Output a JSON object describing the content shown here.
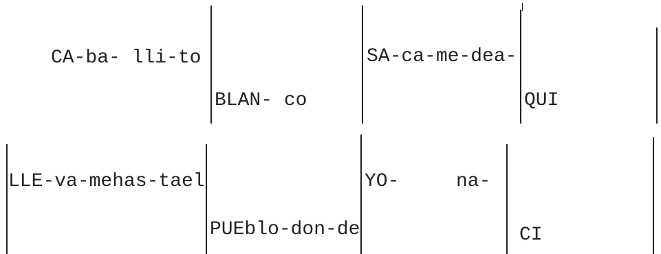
{
  "colors": {
    "ink": "#222222",
    "paper": "#ffffff"
  },
  "lyrics": {
    "line1": {
      "measure1": "CA-ba- lli-to",
      "measure2": "BLAN- co",
      "measure3": "SA-ca-me-dea-",
      "measure4": "QUI"
    },
    "line2": {
      "measure1": "LLE-va-mehas-tael",
      "measure2": "PUEblo-don-de",
      "measure3a": "YO-",
      "measure3b": "na-",
      "measure4": "CI"
    }
  }
}
